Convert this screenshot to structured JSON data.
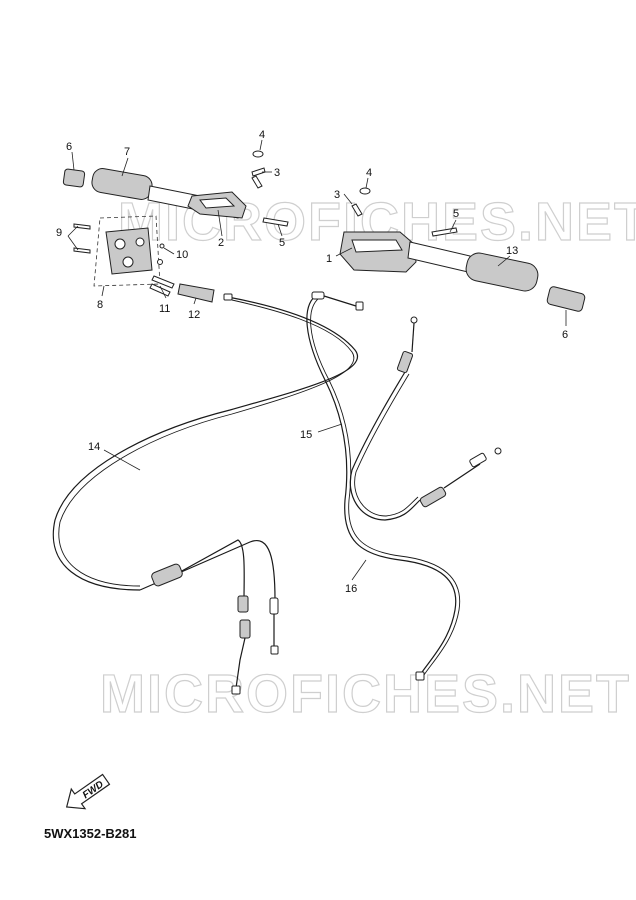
{
  "watermark": "MICROFICHES.NET",
  "diagram_code": "5WX1352-B281",
  "fwd_label": "FWD",
  "callouts": {
    "c1": "1",
    "c2": "2",
    "c3a": "3",
    "c3b": "3",
    "c4a": "4",
    "c4b": "4",
    "c5a": "5",
    "c5b": "5",
    "c6a": "6",
    "c6b": "6",
    "c7": "7",
    "c8": "8",
    "c9": "9",
    "c10": "10",
    "c11": "11",
    "c12": "12",
    "c13": "13",
    "c14": "14",
    "c15": "15",
    "c16": "16"
  }
}
